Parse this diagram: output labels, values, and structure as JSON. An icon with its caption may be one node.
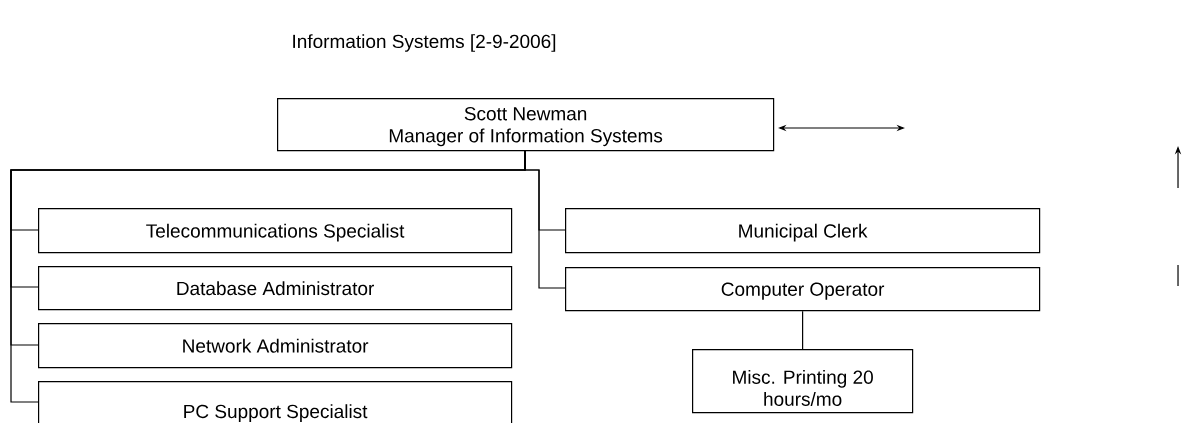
{
  "diagram": {
    "title": "Information Systems [2-9-2006]",
    "nodes": [
      {
        "text": [
          "Scott Newman",
          "Manager of Information Systems"
        ]
      },
      {
        "text": [
          "Telecommunications Specialist"
        ]
      },
      {
        "text": [
          "Database Administrator"
        ]
      },
      {
        "text": [
          "Network Administrator"
        ]
      },
      {
        "text": [
          "PC Support Specialist"
        ]
      },
      {
        "text": [
          "Municipal Clerk"
        ]
      },
      {
        "text": [
          "Computer Operator"
        ]
      },
      {
        "text": [
          "Misc. Printing 20 hours/mo"
        ]
      }
    ],
    "edges": [
      {
        "from": 0,
        "to": 1,
        "arrow": "none"
      },
      {
        "from": 0,
        "to": 2,
        "arrow": "none"
      },
      {
        "from": 0,
        "to": 3,
        "arrow": "none"
      },
      {
        "from": 0,
        "to": 4,
        "arrow": "none"
      },
      {
        "from": 0,
        "to": 5,
        "arrow": "none"
      },
      {
        "from": 0,
        "to": 6,
        "arrow": "none"
      },
      {
        "from": 6,
        "to": 7,
        "arrow": "none"
      }
    ]
  }
}
